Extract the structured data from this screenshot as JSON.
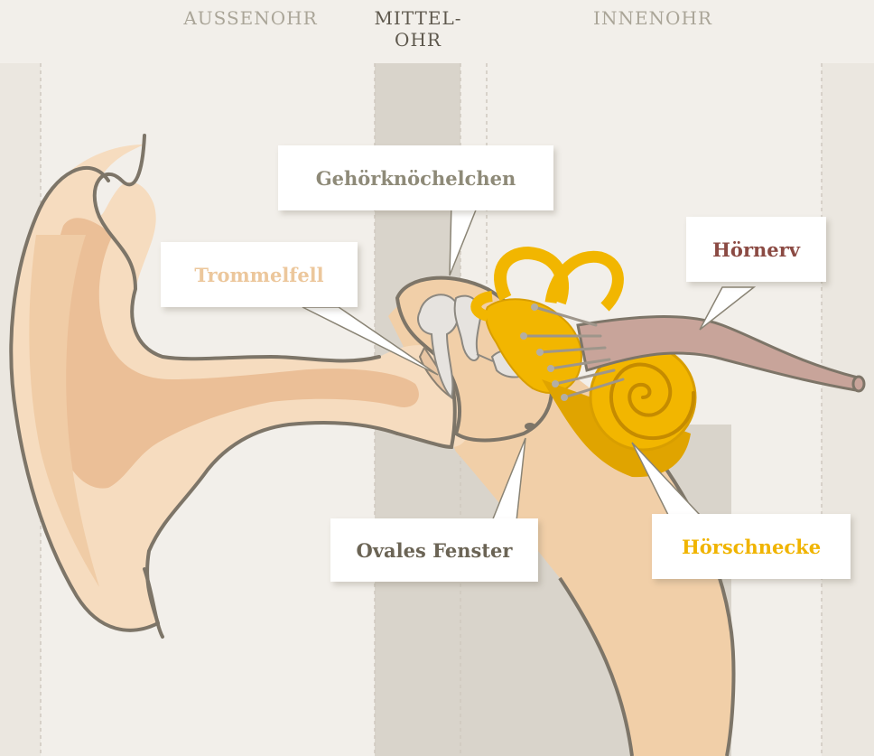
{
  "sections": {
    "outer": "AUSSENOHR",
    "middle": "MITTEL-\nOHR",
    "inner": "INNENOHR"
  },
  "labels": {
    "ossicles": "Gehörknöchelchen",
    "eardrum": "Trommelfell",
    "nerve": "Hörnerv",
    "oval_window": "Ovales Fenster",
    "cochlea": "Hörschnecke"
  },
  "colors": {
    "background": "#f2efea",
    "middle_band": "#d9d4cb",
    "skin_light": "#f6dcbf",
    "skin_dark": "#ebbf97",
    "outline": "#7d7568",
    "cochlea": "#f2b600",
    "nerve": "#c8a49a",
    "ossicles": "#e6e3df",
    "section_muted": "#aaa598",
    "section_active": "#5e584d",
    "label_ossicles": "#8e8a78",
    "label_eardrum": "#ecc79c",
    "label_nerve": "#8b4a43",
    "label_oval_window": "#6b6455",
    "label_cochlea": "#f0b400"
  }
}
